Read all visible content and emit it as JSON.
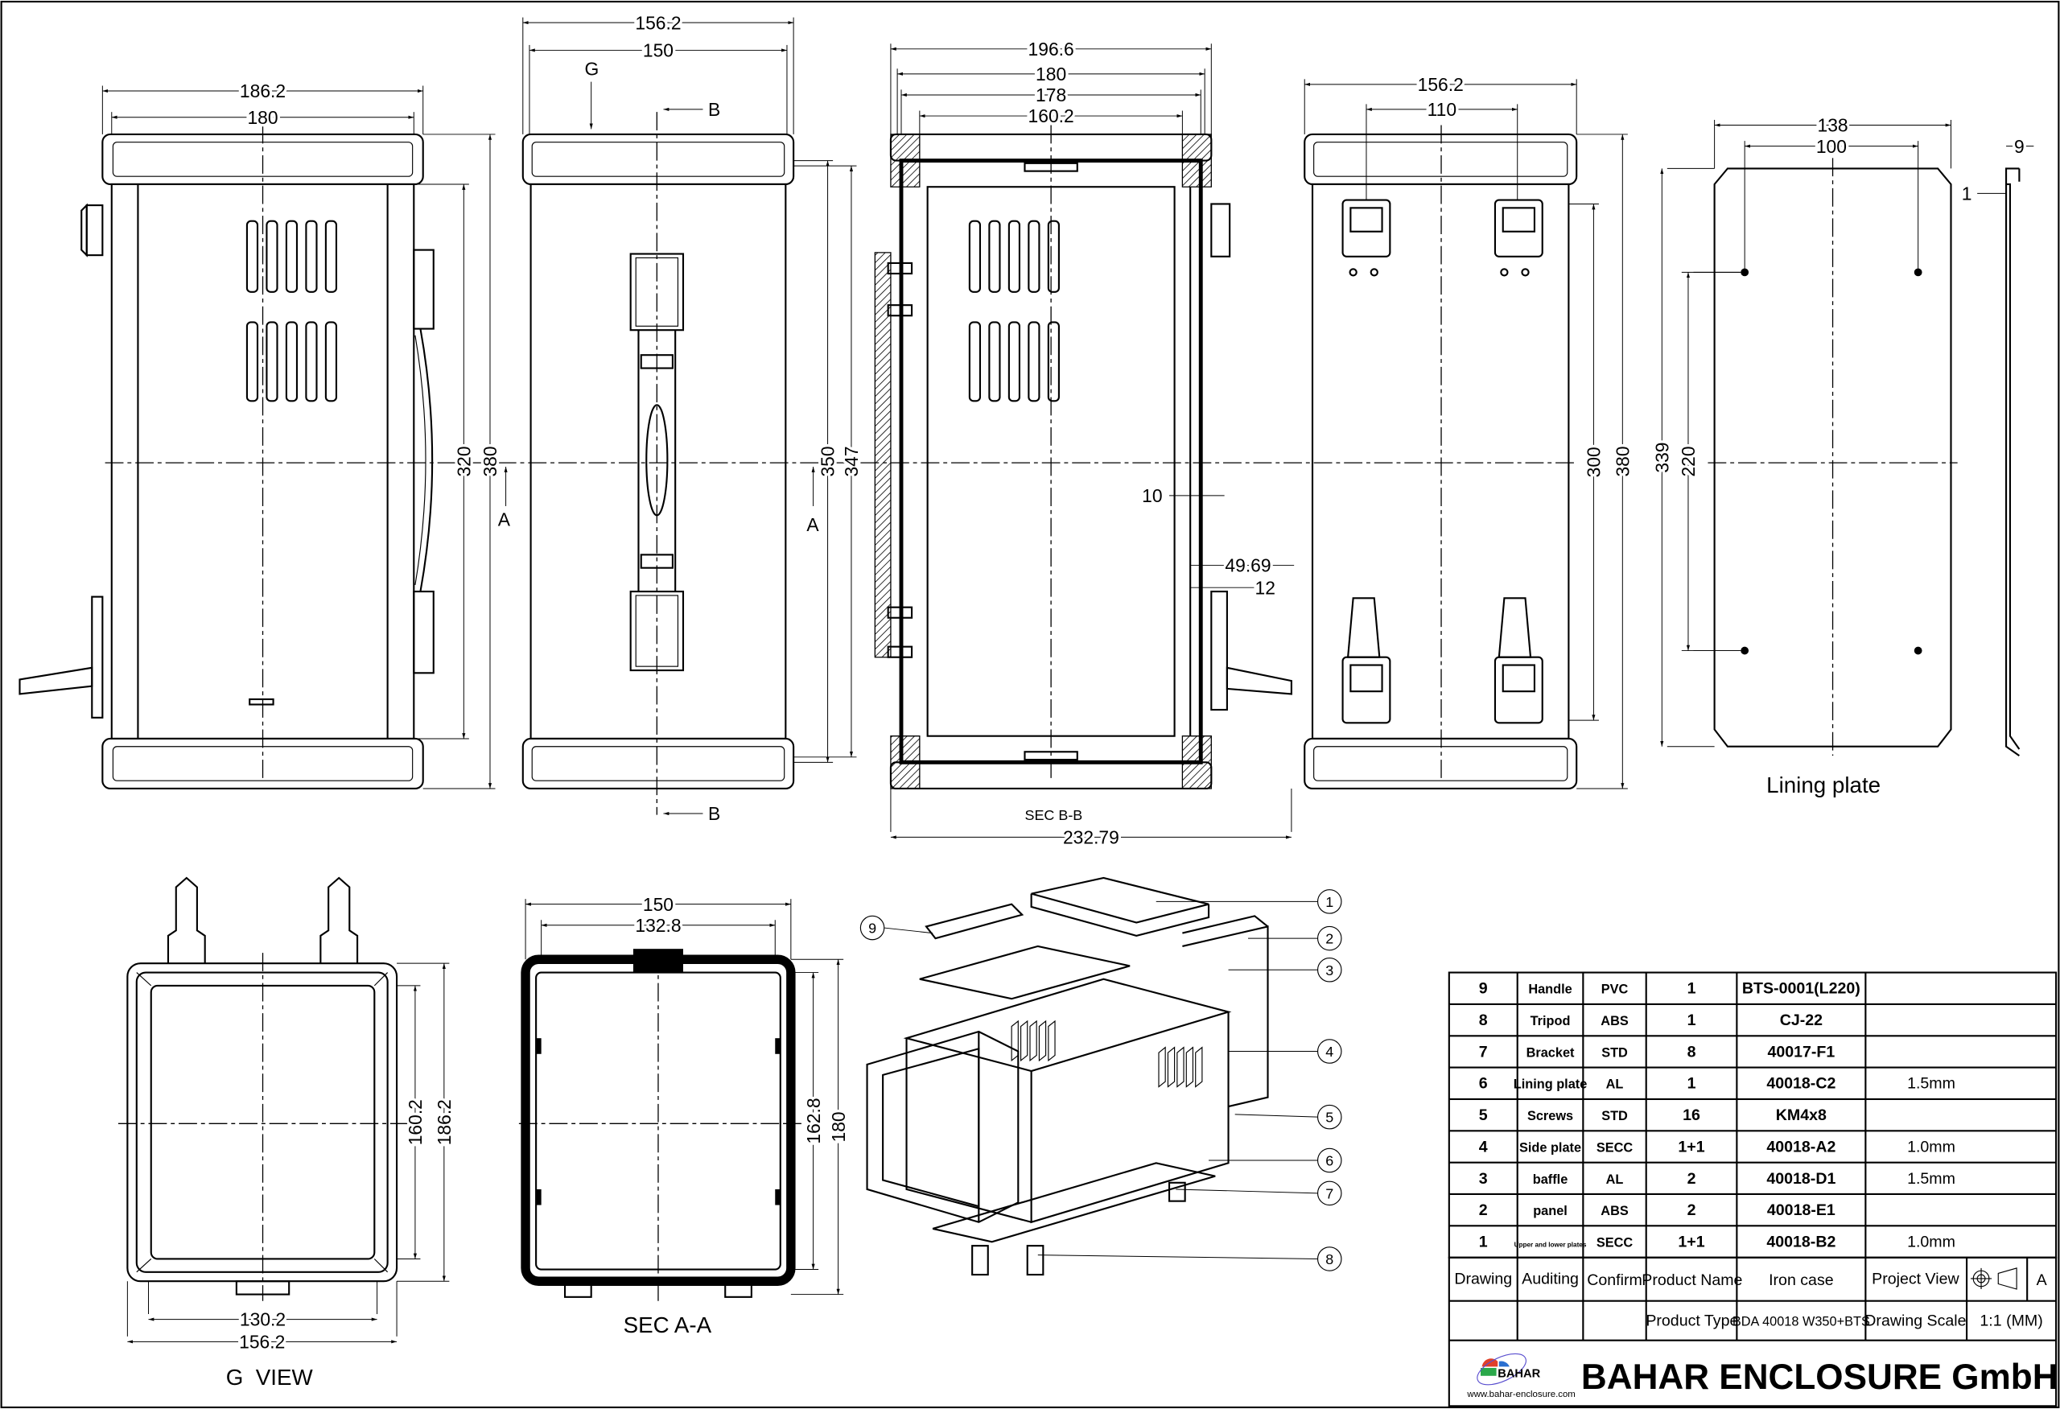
{
  "views": {
    "front": {
      "dims": {
        "w_outer": "186.2",
        "w_inner": "180",
        "h_inner": "320",
        "h_outer": "380"
      },
      "section_mark": "A"
    },
    "side": {
      "dims": {
        "w_outer": "156.2",
        "w_inner": "150",
        "h_a": "350",
        "h_b": "347"
      },
      "view_mark": "G",
      "section_mark_top": "B",
      "section_mark_bottom": "B",
      "section_mark_a": "A"
    },
    "sec_bb": {
      "title": "SEC B-B",
      "dims": {
        "d1": "196.6",
        "d2": "180",
        "d3": "178",
        "d4": "160.2",
        "d5": "10",
        "d6": "49.69",
        "d7": "12",
        "d8": "232.79"
      }
    },
    "back": {
      "dims": {
        "w_outer": "156.2",
        "w_holes": "110",
        "h_inner": "300",
        "h_outer": "380"
      }
    },
    "lining": {
      "title": "Lining plate",
      "dims": {
        "w": "138",
        "w_holes": "100",
        "t": "9",
        "lip": "1",
        "h": "339",
        "h_holes": "220"
      }
    },
    "g_view": {
      "title": "G  VIEW",
      "dims": {
        "w_inner": "130.2",
        "w_outer": "156.2",
        "h_inner": "160.2",
        "h_outer": "186.2"
      }
    },
    "sec_aa": {
      "title": "SEC A-A",
      "dims": {
        "w_outer": "150",
        "w_inner": "132.8",
        "h_inner": "162.8",
        "h_outer": "180"
      }
    },
    "exploded": {
      "balloons": [
        "1",
        "2",
        "3",
        "4",
        "5",
        "6",
        "7",
        "8",
        "9"
      ]
    }
  },
  "parts_table": {
    "rows": [
      {
        "no": "9",
        "name": "Handle",
        "material": "PVC",
        "qty": "1",
        "code": "BTS-0001(L220)",
        "note": ""
      },
      {
        "no": "8",
        "name": "Tripod",
        "material": "ABS",
        "qty": "1",
        "code": "CJ-22",
        "note": ""
      },
      {
        "no": "7",
        "name": "Bracket",
        "material": "STD",
        "qty": "8",
        "code": "40017-F1",
        "note": ""
      },
      {
        "no": "6",
        "name": "Lining plate",
        "material": "AL",
        "qty": "1",
        "code": "40018-C2",
        "note": "1.5mm"
      },
      {
        "no": "5",
        "name": "Screws",
        "material": "STD",
        "qty": "16",
        "code": "KM4x8",
        "note": ""
      },
      {
        "no": "4",
        "name": "Side plate",
        "material": "SECC",
        "qty": "1+1",
        "code": "40018-A2",
        "note": "1.0mm"
      },
      {
        "no": "3",
        "name": "baffle",
        "material": "AL",
        "qty": "2",
        "code": "40018-D1",
        "note": "1.5mm"
      },
      {
        "no": "2",
        "name": "panel",
        "material": "ABS",
        "qty": "2",
        "code": "40018-E1",
        "note": ""
      },
      {
        "no": "1",
        "name": "Upper and lower plates",
        "material": "SECC",
        "qty": "1+1",
        "code": "40018-B2",
        "note": "1.0mm"
      }
    ]
  },
  "title_block": {
    "drawing": "Drawing",
    "auditing": "Auditing",
    "confirm": "Confirm",
    "product_name_label": "Product Name",
    "product_name": "Iron case",
    "project_view_label": "Project View",
    "sheet": "A",
    "product_type_label": "Product Type",
    "product_type": "BDA 40018 W350+BTS",
    "drawing_scale_label": "Drawing Scale",
    "drawing_scale": "1:1 (MM)"
  },
  "company": {
    "logo_text": "BAHAR",
    "website": "www.bahar-enclosure.com",
    "name": "BAHAR ENCLOSURE GmbH",
    "logo_colors": [
      "#e0402a",
      "#2a6fd0",
      "#2aa84a",
      "#5a4fcf"
    ]
  }
}
